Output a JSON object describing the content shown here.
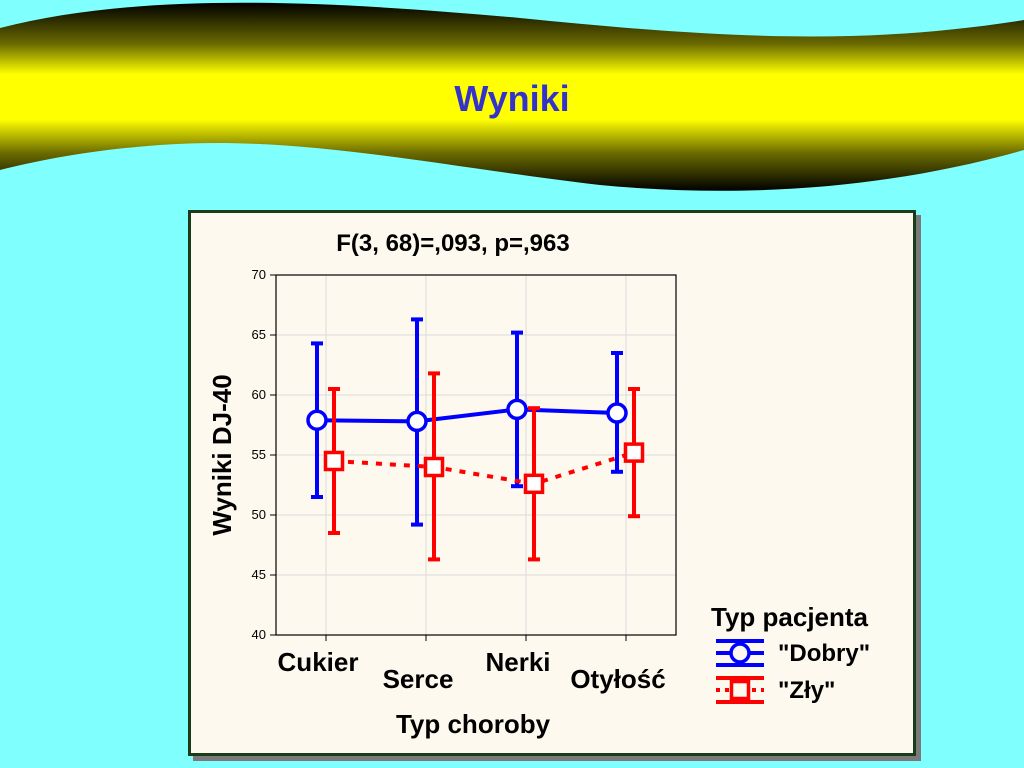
{
  "slide": {
    "title": "Wyniki"
  },
  "chart_data": {
    "type": "line",
    "title": "F(3, 68)=,093, p=,963",
    "xlabel": "Typ choroby",
    "ylabel": "Wyniki DJ-40",
    "categories": [
      "Cukier",
      "Serce",
      "Nerki",
      "Otyłość"
    ],
    "ylim": [
      40,
      70
    ],
    "yticks": [
      "40",
      "45",
      "50",
      "55",
      "60",
      "65",
      "70"
    ],
    "grid": true,
    "legend_title": "Typ pacjenta",
    "legend_position": "bottom-right",
    "series": [
      {
        "name": "\"Dobry\"",
        "color": "#0000ff",
        "marker": "circle",
        "line_style": "solid",
        "values": [
          57.9,
          57.8,
          58.8,
          58.5
        ],
        "lower": [
          51.5,
          49.2,
          52.4,
          53.6
        ],
        "upper": [
          64.3,
          66.3,
          65.2,
          63.5
        ]
      },
      {
        "name": "\"Zły\"",
        "color": "#ff0000",
        "marker": "square",
        "line_style": "dotted",
        "values": [
          54.5,
          54.0,
          52.6,
          55.2
        ],
        "lower": [
          48.5,
          46.3,
          46.3,
          49.9
        ],
        "upper": [
          60.5,
          61.8,
          58.9,
          60.5
        ]
      }
    ]
  }
}
